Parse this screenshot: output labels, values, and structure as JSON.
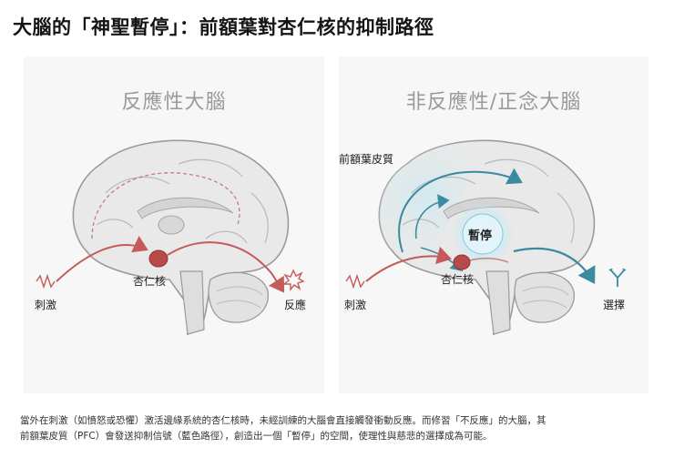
{
  "title": "大腦的「神聖暫停」：前額葉對杏仁核的抑制路徑",
  "left_panel": {
    "heading": "反應性大腦",
    "label_amygdala": "杏仁核",
    "label_stimulus": "刺激",
    "label_response": "反應"
  },
  "right_panel": {
    "heading": "非反應性/正念大腦",
    "label_pfc": "前額葉皮質",
    "label_pause": "暫停",
    "label_amygdala": "杏仁核",
    "label_stimulus": "刺激",
    "label_choice": "選擇"
  },
  "caption": {
    "line1": "當外在刺激（如憤怒或恐懼）激活邊緣系統的杏仁核時，未經訓練的大腦會直接觸發衝動反應。而修習「不反應」的大腦，其",
    "line2": "前額葉皮質（PFC）會發送抑制信號（藍色路徑），創造出一個「暫停」的空間，使理性與慈悲的選擇成為可能。"
  },
  "colors": {
    "reactive_path": "#c45a5a",
    "calm_path": "#3a8aa0",
    "amygdala": "#b94a4a",
    "pause_glow": "#bfe6f2"
  }
}
